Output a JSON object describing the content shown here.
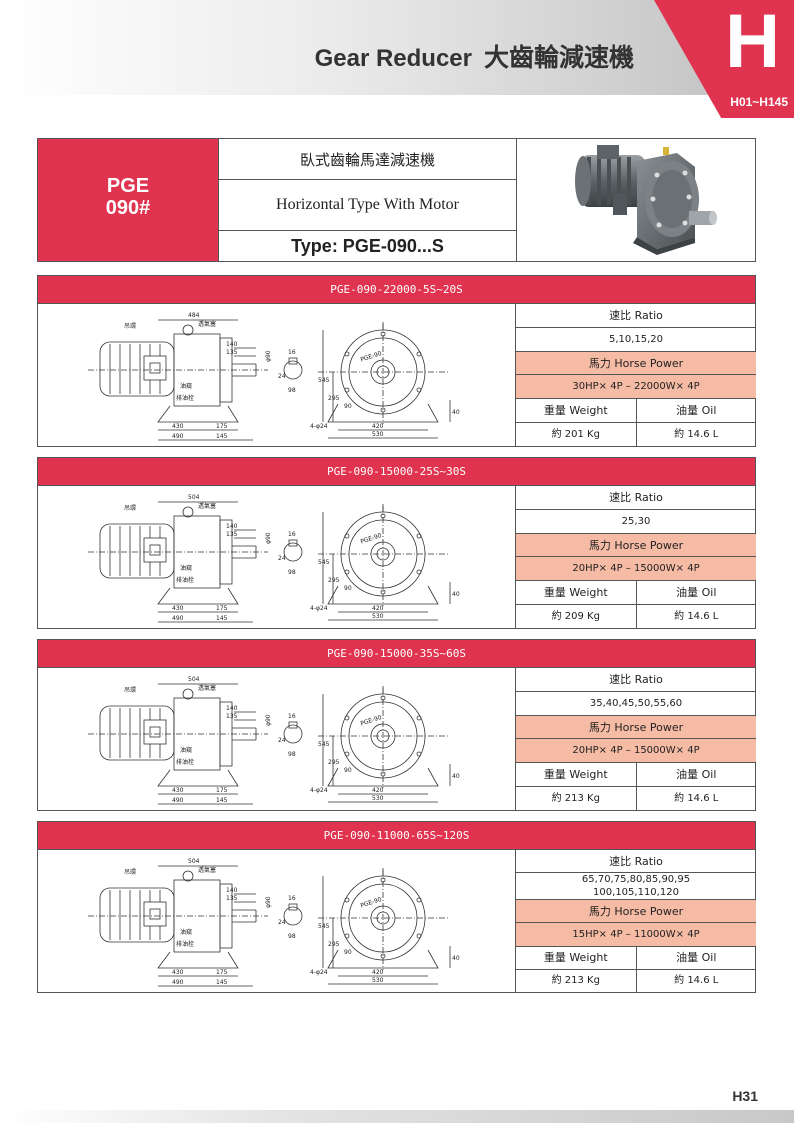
{
  "header": {
    "title_en": "Gear Reducer",
    "title_cn": "大齒輪減速機",
    "section_letter": "H",
    "section_range": "H01~H145"
  },
  "product": {
    "model_line1": "PGE",
    "model_line2": "090#",
    "name_cn": "臥式齒輪馬達減速機",
    "name_en": "Horizontal Type With Motor",
    "type_label": "Type: PGE-090...S"
  },
  "drawing_labels": {
    "hook": "吊環",
    "breather": "透氣塞",
    "oil_gauge": "油窺",
    "drain_plug": "排油栓",
    "flange_text": "PGE-90",
    "bolt": "4-φ24"
  },
  "specs": [
    {
      "title": "PGE-090-22000-5S~20S",
      "ratio_label": "速比 Ratio",
      "ratio_value": "5,10,15,20",
      "hp_label": "馬力 Horse Power",
      "hp_value": "30HP× 4P – 22000W× 4P",
      "weight_label": "重量 Weight",
      "oil_label": "油量 Oil",
      "weight_value": "約 201 Kg",
      "oil_value": "約 14.6 L",
      "dims": {
        "length": "484",
        "d140": "140",
        "d135": "135",
        "shaft": "φ90",
        "key16": "16",
        "d24": "24",
        "d98": "98",
        "h545": "545",
        "h295": "295",
        "h90": "90",
        "d40": "40",
        "b430": "430",
        "b490": "490",
        "b175": "175",
        "b145": "145",
        "w420": "420",
        "w530": "530"
      }
    },
    {
      "title": "PGE-090-15000-25S~30S",
      "ratio_label": "速比 Ratio",
      "ratio_value": "25,30",
      "hp_label": "馬力 Horse Power",
      "hp_value": "20HP× 4P – 15000W× 4P",
      "weight_label": "重量 Weight",
      "oil_label": "油量 Oil",
      "weight_value": "約 209 Kg",
      "oil_value": "約 14.6 L",
      "dims": {
        "length": "504",
        "d140": "140",
        "d135": "135",
        "shaft": "φ90",
        "key16": "16",
        "d24": "24",
        "d98": "98",
        "h545": "545",
        "h295": "295",
        "h90": "90",
        "d40": "40",
        "b430": "430",
        "b490": "490",
        "b175": "175",
        "b145": "145",
        "w420": "420",
        "w530": "530"
      }
    },
    {
      "title": "PGE-090-15000-35S~60S",
      "ratio_label": "速比 Ratio",
      "ratio_value": "35,40,45,50,55,60",
      "hp_label": "馬力 Horse Power",
      "hp_value": "20HP× 4P – 15000W× 4P",
      "weight_label": "重量 Weight",
      "oil_label": "油量 Oil",
      "weight_value": "約 213 Kg",
      "oil_value": "約 14.6 L",
      "dims": {
        "length": "504",
        "d140": "140",
        "d135": "135",
        "shaft": "φ90",
        "key16": "16",
        "d24": "24",
        "d98": "98",
        "h545": "545",
        "h295": "295",
        "h90": "90",
        "d40": "40",
        "b430": "430",
        "b490": "490",
        "b175": "175",
        "b145": "145",
        "w420": "420",
        "w530": "530"
      }
    },
    {
      "title": "PGE-090-11000-65S~120S",
      "ratio_label": "速比 Ratio",
      "ratio_value_1": "65,70,75,80,85,90,95",
      "ratio_value_2": "100,105,110,120",
      "hp_label": "馬力 Horse Power",
      "hp_value": "15HP× 4P – 11000W× 4P",
      "weight_label": "重量 Weight",
      "oil_label": "油量 Oil",
      "weight_value": "約 213 Kg",
      "oil_value": "約 14.6 L",
      "dims": {
        "length": "504",
        "d140": "140",
        "d135": "135",
        "shaft": "φ90",
        "key16": "16",
        "d24": "24",
        "d98": "98",
        "h545": "545",
        "h295": "295",
        "h90": "90",
        "d40": "40",
        "b430": "430",
        "b490": "490",
        "b175": "175",
        "b145": "145",
        "w420": "420",
        "w530": "530"
      }
    }
  ],
  "footer": {
    "page": "H31"
  }
}
